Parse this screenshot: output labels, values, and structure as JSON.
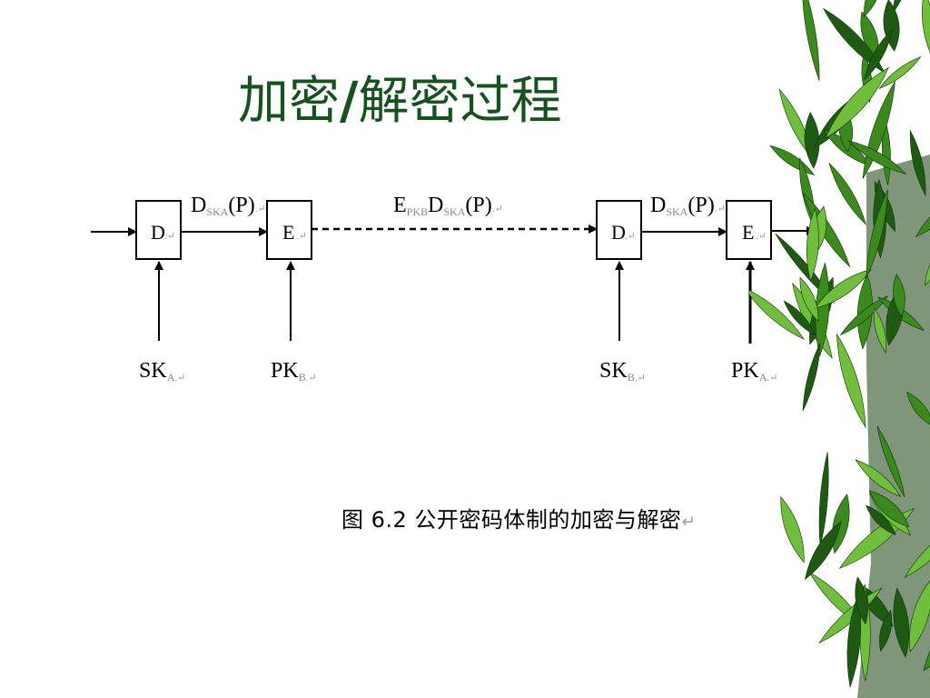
{
  "title": {
    "part1": "加密",
    "slash": "/",
    "part2": "解密过程"
  },
  "colors": {
    "title": "#14521e",
    "ink": "#000000",
    "leaf_dark": "#1f5a12",
    "leaf_mid": "#3a8a1c",
    "leaf_light": "#6fbf3a"
  },
  "diagram": {
    "boxes": {
      "d1": {
        "label": "D",
        "mark": ".↵"
      },
      "e1": {
        "label": "E",
        "mark": ".↵"
      },
      "d2": {
        "label": "D",
        "mark": ".↵"
      },
      "e2": {
        "label": "E",
        "mark": ".↵"
      }
    },
    "edge_labels": {
      "left": {
        "main": "D",
        "sub": "SKA",
        "tail": "(P)",
        "mark": ".↵"
      },
      "middle": {
        "main1": "E",
        "sub1": "PKB",
        "main2": "D",
        "sub2": "SKA",
        "tail": "(P)",
        "mark": ".↵"
      },
      "right": {
        "main": "D",
        "sub": "SKA",
        "tail": "(P)",
        "mark": ".↵"
      }
    },
    "keys": {
      "k1": {
        "main": "SK",
        "sub": "A",
        "mark": ".↵"
      },
      "k2": {
        "main": "PK",
        "sub": "B",
        "mark": ".↵"
      },
      "k3": {
        "main": "SK",
        "sub": "B",
        "mark": ".↵"
      },
      "k4": {
        "main": "PK",
        "sub": "A",
        "mark": ".↵"
      }
    }
  },
  "caption": {
    "text": "图 6.2   公开密码体制的加密与解密",
    "mark": "↵"
  }
}
